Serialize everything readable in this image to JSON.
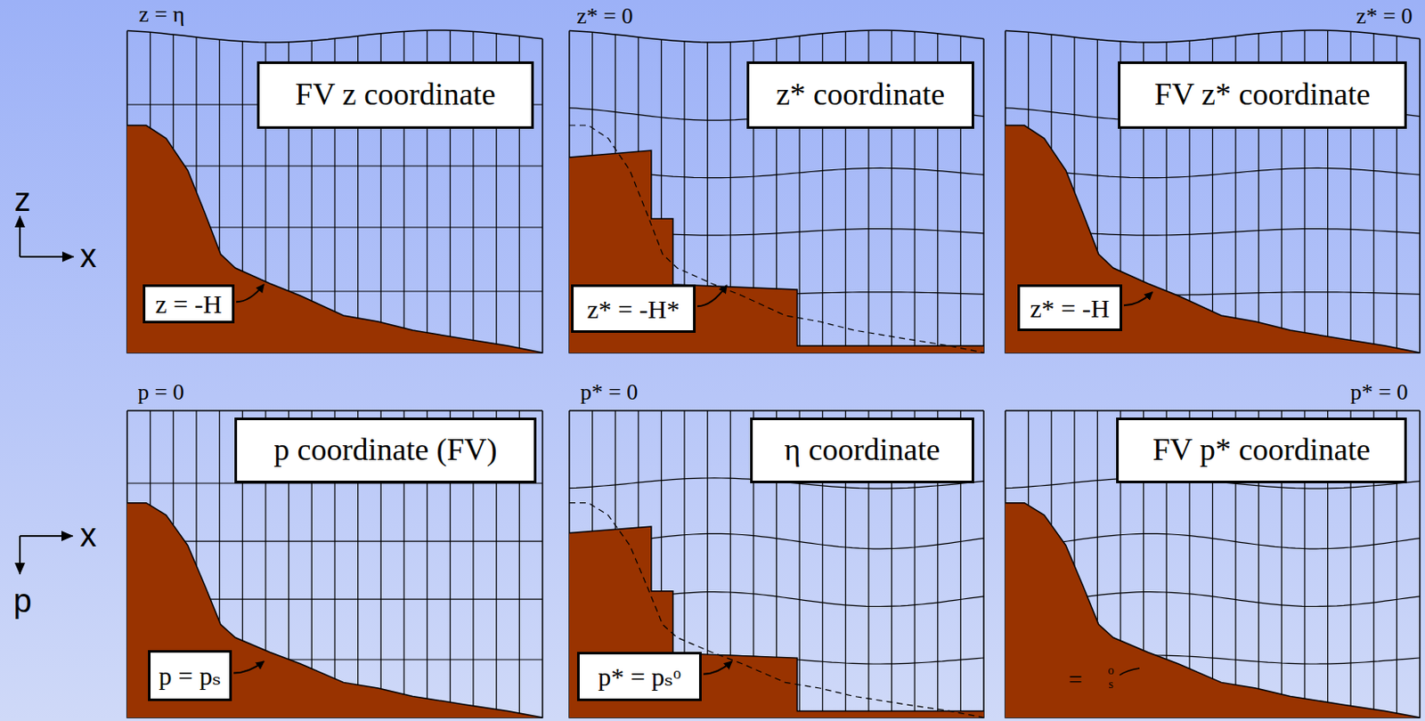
{
  "diagram": {
    "nodes": [
      {
        "text": [
          "FV z coordinate"
        ]
      },
      {
        "text": [
          "z = -H"
        ]
      },
      {
        "text": [
          "z* coordinate"
        ]
      },
      {
        "text": [
          "z* = -H*"
        ]
      },
      {
        "text": [
          "FV z* coordinate"
        ]
      },
      {
        "text": [
          "z* = -H"
        ]
      },
      {
        "text": [
          "p coordinate (FV)"
        ]
      },
      {
        "text": [
          "p = pₛ"
        ]
      },
      {
        "text": [
          "η coordinate"
        ]
      },
      {
        "text": [
          "p* = pₛᵒ"
        ]
      },
      {
        "text": [
          "FV p* coordinate"
        ]
      }
    ],
    "labels": [
      "z = η",
      "z* = 0",
      "z* = 0",
      "p = 0",
      "p* = 0",
      "p* = 0",
      "z",
      "x",
      "x",
      "p",
      "=",
      "o",
      "s"
    ]
  }
}
